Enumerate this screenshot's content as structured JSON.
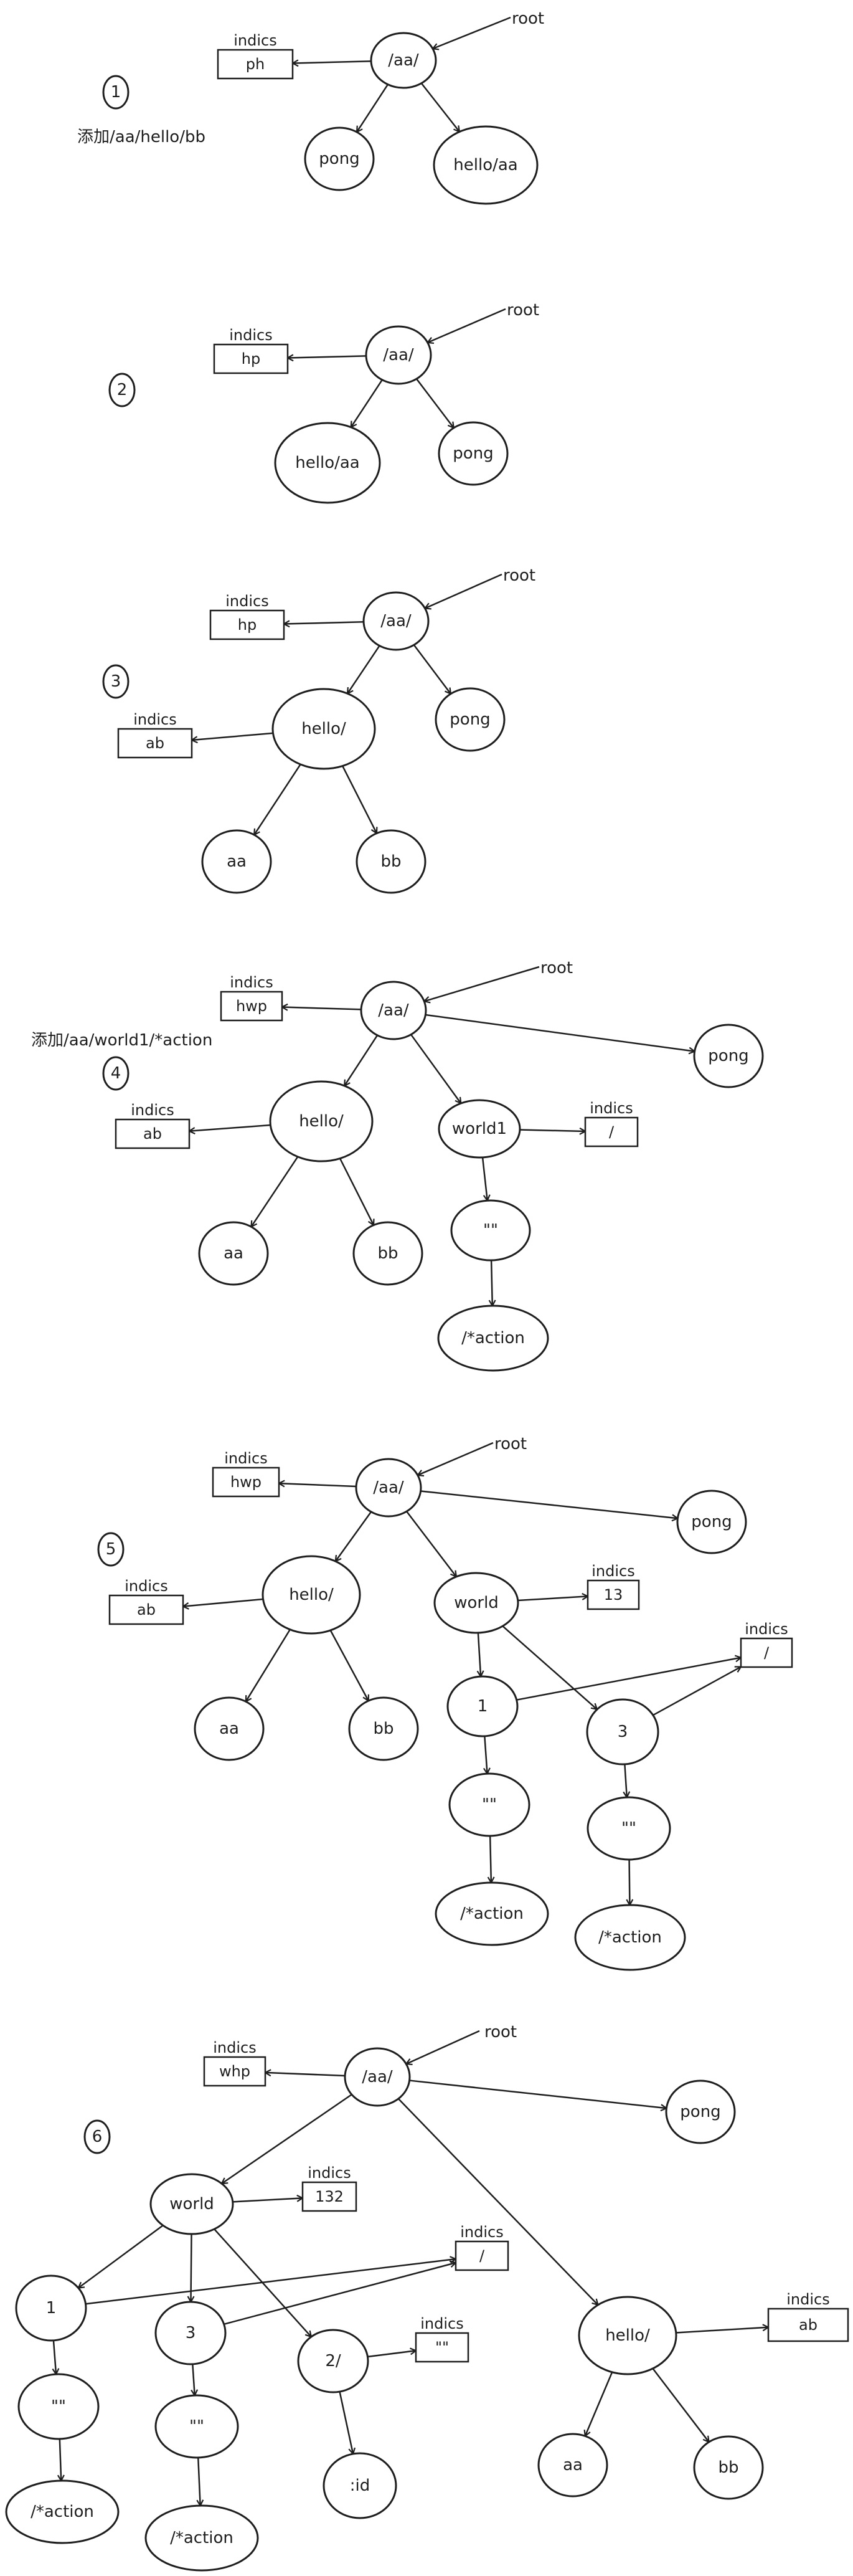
{
  "labels": {
    "root": "root",
    "indics": "indics"
  },
  "annotations": {
    "add_hello_bb": "添加/aa/hello/bb",
    "add_world1_action": "添加/aa/world1/*action"
  },
  "colors": {
    "stroke": "#1e1e1e",
    "background": "#ffffff"
  },
  "steps": [
    {
      "step": "1",
      "nodes": [
        {
          "id": "aa",
          "label": "/aa/"
        },
        {
          "id": "pong",
          "label": "pong"
        },
        {
          "id": "helloaa",
          "label": "hello/aa"
        }
      ],
      "indices": [
        {
          "id": "ix_aa",
          "value": "ph"
        }
      ],
      "edges": [
        [
          "aa",
          "pong"
        ],
        [
          "aa",
          "helloaa"
        ],
        [
          "aa",
          "ix_aa"
        ],
        [
          "root",
          "aa"
        ]
      ],
      "note": "add_hello_bb"
    },
    {
      "step": "2",
      "nodes": [
        {
          "id": "aa",
          "label": "/aa/"
        },
        {
          "id": "helloaa",
          "label": "hello/aa"
        },
        {
          "id": "pong",
          "label": "pong"
        }
      ],
      "indices": [
        {
          "id": "ix_aa",
          "value": "hp"
        }
      ],
      "edges": [
        [
          "aa",
          "helloaa"
        ],
        [
          "aa",
          "pong"
        ],
        [
          "aa",
          "ix_aa"
        ],
        [
          "root",
          "aa"
        ]
      ]
    },
    {
      "step": "3",
      "nodes": [
        {
          "id": "aa",
          "label": "/aa/"
        },
        {
          "id": "hello",
          "label": "hello/"
        },
        {
          "id": "pong",
          "label": "pong"
        },
        {
          "id": "a",
          "label": "aa"
        },
        {
          "id": "bb",
          "label": "bb"
        }
      ],
      "indices": [
        {
          "id": "ix_aa",
          "value": "hp"
        },
        {
          "id": "ix_hello",
          "value": "ab"
        }
      ],
      "edges": [
        [
          "aa",
          "hello"
        ],
        [
          "aa",
          "pong"
        ],
        [
          "hello",
          "a"
        ],
        [
          "hello",
          "bb"
        ],
        [
          "aa",
          "ix_aa"
        ],
        [
          "hello",
          "ix_hello"
        ],
        [
          "root",
          "aa"
        ]
      ]
    },
    {
      "step": "4",
      "nodes": [
        {
          "id": "aa",
          "label": "/aa/"
        },
        {
          "id": "hello",
          "label": "hello/"
        },
        {
          "id": "world1",
          "label": "world1"
        },
        {
          "id": "pong",
          "label": "pong"
        },
        {
          "id": "a",
          "label": "aa"
        },
        {
          "id": "bb",
          "label": "bb"
        },
        {
          "id": "empty",
          "label": "\"\""
        },
        {
          "id": "action",
          "label": "/*action"
        }
      ],
      "indices": [
        {
          "id": "ix_aa",
          "value": "hwp"
        },
        {
          "id": "ix_hello",
          "value": "ab"
        },
        {
          "id": "ix_world1",
          "value": "/"
        }
      ],
      "edges": [
        [
          "aa",
          "hello"
        ],
        [
          "aa",
          "world1"
        ],
        [
          "aa",
          "pong"
        ],
        [
          "hello",
          "a"
        ],
        [
          "hello",
          "bb"
        ],
        [
          "world1",
          "empty"
        ],
        [
          "empty",
          "action"
        ],
        [
          "aa",
          "ix_aa"
        ],
        [
          "hello",
          "ix_hello"
        ],
        [
          "world1",
          "ix_world1"
        ],
        [
          "root",
          "aa"
        ]
      ],
      "note": "add_world1_action"
    },
    {
      "step": "5",
      "nodes": [
        {
          "id": "aa",
          "label": "/aa/"
        },
        {
          "id": "hello",
          "label": "hello/"
        },
        {
          "id": "world",
          "label": "world"
        },
        {
          "id": "pong",
          "label": "pong"
        },
        {
          "id": "a",
          "label": "aa"
        },
        {
          "id": "bb",
          "label": "bb"
        },
        {
          "id": "n1",
          "label": "1"
        },
        {
          "id": "n3",
          "label": "3"
        },
        {
          "id": "e1",
          "label": "\"\""
        },
        {
          "id": "e3",
          "label": "\"\""
        },
        {
          "id": "act1",
          "label": "/*action"
        },
        {
          "id": "act3",
          "label": "/*action"
        }
      ],
      "indices": [
        {
          "id": "ix_aa",
          "value": "hwp"
        },
        {
          "id": "ix_hello",
          "value": "ab"
        },
        {
          "id": "ix_world",
          "value": "13"
        },
        {
          "id": "ix_slash",
          "value": "/"
        }
      ],
      "edges": [
        [
          "aa",
          "hello"
        ],
        [
          "aa",
          "world"
        ],
        [
          "aa",
          "pong"
        ],
        [
          "hello",
          "a"
        ],
        [
          "hello",
          "bb"
        ],
        [
          "world",
          "n1"
        ],
        [
          "world",
          "n3"
        ],
        [
          "n1",
          "e1"
        ],
        [
          "n3",
          "e3"
        ],
        [
          "e1",
          "act1"
        ],
        [
          "e3",
          "act3"
        ],
        [
          "aa",
          "ix_aa"
        ],
        [
          "hello",
          "ix_hello"
        ],
        [
          "world",
          "ix_world"
        ],
        [
          "n1",
          "ix_slash"
        ],
        [
          "n3",
          "ix_slash"
        ],
        [
          "root",
          "aa"
        ]
      ]
    },
    {
      "step": "6",
      "nodes": [
        {
          "id": "aa",
          "label": "/aa/"
        },
        {
          "id": "world",
          "label": "world"
        },
        {
          "id": "hello",
          "label": "hello/"
        },
        {
          "id": "pong",
          "label": "pong"
        },
        {
          "id": "n1",
          "label": "1"
        },
        {
          "id": "n3",
          "label": "3"
        },
        {
          "id": "n2",
          "label": "2/"
        },
        {
          "id": "e1",
          "label": "\"\""
        },
        {
          "id": "e3",
          "label": "\"\""
        },
        {
          "id": "id",
          "label": ":id"
        },
        {
          "id": "act1",
          "label": "/*action"
        },
        {
          "id": "act3",
          "label": "/*action"
        },
        {
          "id": "a",
          "label": "aa"
        },
        {
          "id": "bb",
          "label": "bb"
        }
      ],
      "indices": [
        {
          "id": "ix_aa",
          "value": "whp"
        },
        {
          "id": "ix_world",
          "value": "132"
        },
        {
          "id": "ix_slash",
          "value": "/"
        },
        {
          "id": "ix_n2",
          "value": "\"\""
        },
        {
          "id": "ix_hello",
          "value": "ab"
        }
      ],
      "edges": [
        [
          "aa",
          "world"
        ],
        [
          "aa",
          "hello"
        ],
        [
          "aa",
          "pong"
        ],
        [
          "world",
          "n1"
        ],
        [
          "world",
          "n3"
        ],
        [
          "world",
          "n2"
        ],
        [
          "n1",
          "e1"
        ],
        [
          "n3",
          "e3"
        ],
        [
          "n2",
          "id"
        ],
        [
          "e1",
          "act1"
        ],
        [
          "e3",
          "act3"
        ],
        [
          "hello",
          "a"
        ],
        [
          "hello",
          "bb"
        ],
        [
          "aa",
          "ix_aa"
        ],
        [
          "world",
          "ix_world"
        ],
        [
          "n1",
          "ix_slash"
        ],
        [
          "n3",
          "ix_slash"
        ],
        [
          "n2",
          "ix_n2"
        ],
        [
          "hello",
          "ix_hello"
        ],
        [
          "root",
          "aa"
        ]
      ]
    }
  ]
}
